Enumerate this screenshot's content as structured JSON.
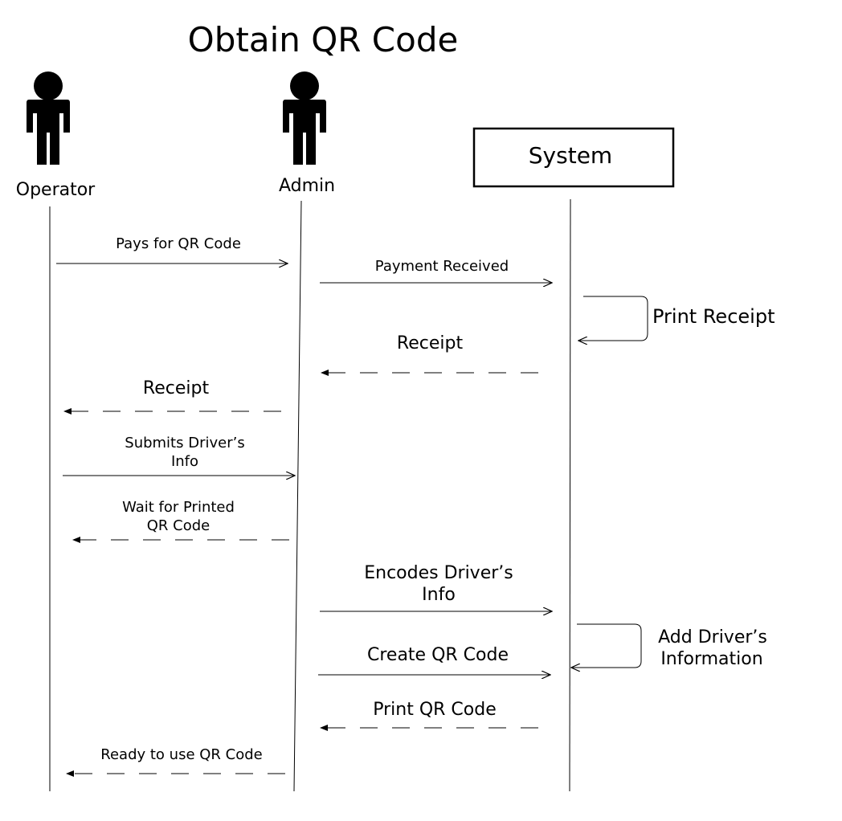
{
  "title": "Obtain QR Code",
  "actors": {
    "operator": "Operator",
    "admin": "Admin",
    "system": "System"
  },
  "messages": {
    "m1": "Pays for QR Code",
    "m2": "Payment Received",
    "m3": "Print Receipt",
    "m4": "Receipt",
    "m5": "Receipt",
    "m6a": "Submits Driver’s",
    "m6b": "Info",
    "m7a": "Wait for Printed",
    "m7b": "QR Code",
    "m8a": "Encodes Driver’s",
    "m8b": "Info",
    "m9a": "Add Driver’s",
    "m9b": "Information",
    "m10": "Create QR Code",
    "m11": "Print QR Code",
    "m12": "Ready to use QR Code"
  }
}
